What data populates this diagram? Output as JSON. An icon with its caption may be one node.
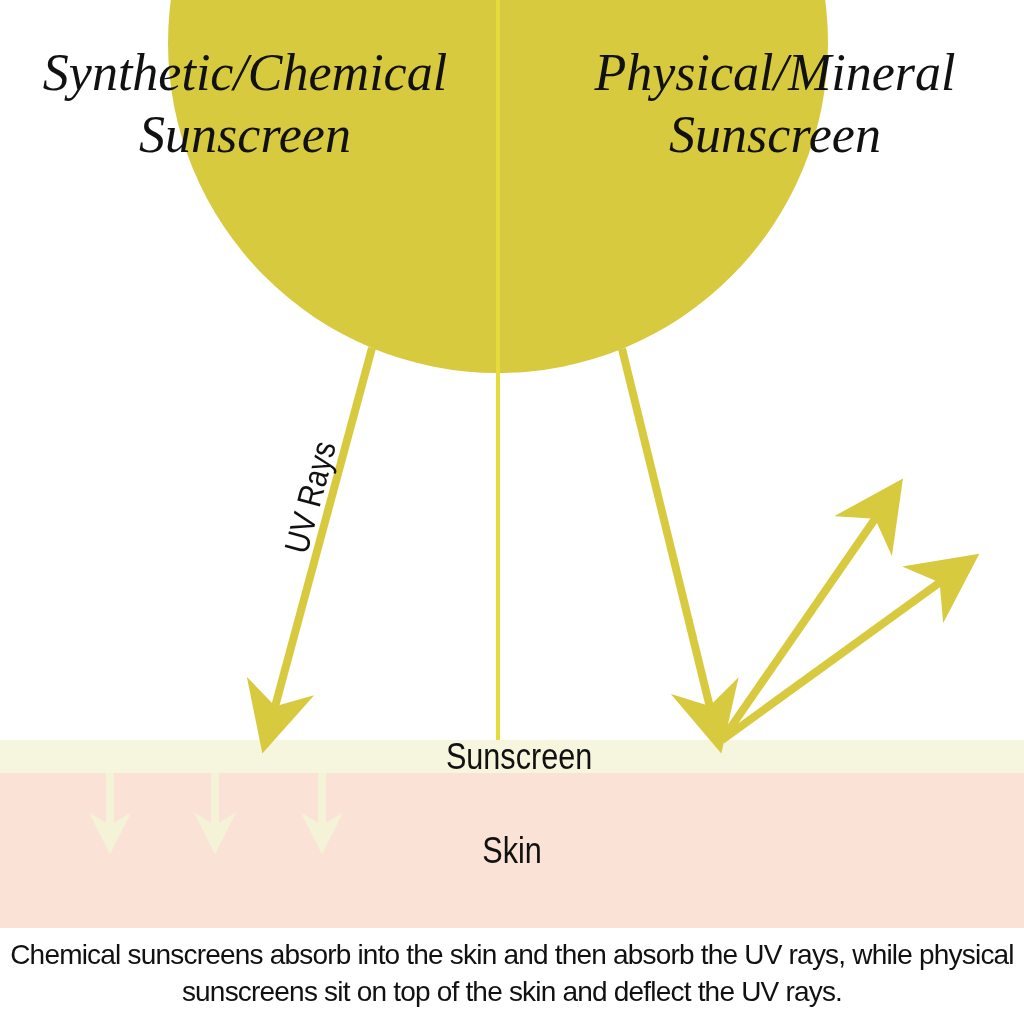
{
  "diagram": {
    "caption": "Chemical sunscreens absorb into the skin and then absorb the UV rays, while physical sunscreens sit on top of the skin and deflect the UV rays.",
    "nodes": [
      {
        "text": [
          "Synthetic/Chemical Sunscreen",
          "Physical/Mineral Sunscreen"
        ]
      },
      {
        "text": [
          "Sunscreen"
        ]
      },
      {
        "text": [
          "Skin"
        ]
      }
    ],
    "edges": [
      {
        "from": 0,
        "to": 1,
        "arrow": "to",
        "label": "UV Rays"
      },
      {
        "from": 0,
        "to": 1,
        "arrow": "to"
      },
      {
        "from": 1,
        "to": null,
        "arrow": "to"
      },
      {
        "from": 1,
        "to": null,
        "arrow": "to"
      },
      {
        "from": 1,
        "to": 2,
        "arrow": "to",
        "color": "#f4f3d8"
      },
      {
        "from": 1,
        "to": 2,
        "arrow": "to",
        "color": "#f4f3d8"
      },
      {
        "from": 1,
        "to": 2,
        "arrow": "to",
        "color": "#f4f3d8"
      }
    ]
  }
}
